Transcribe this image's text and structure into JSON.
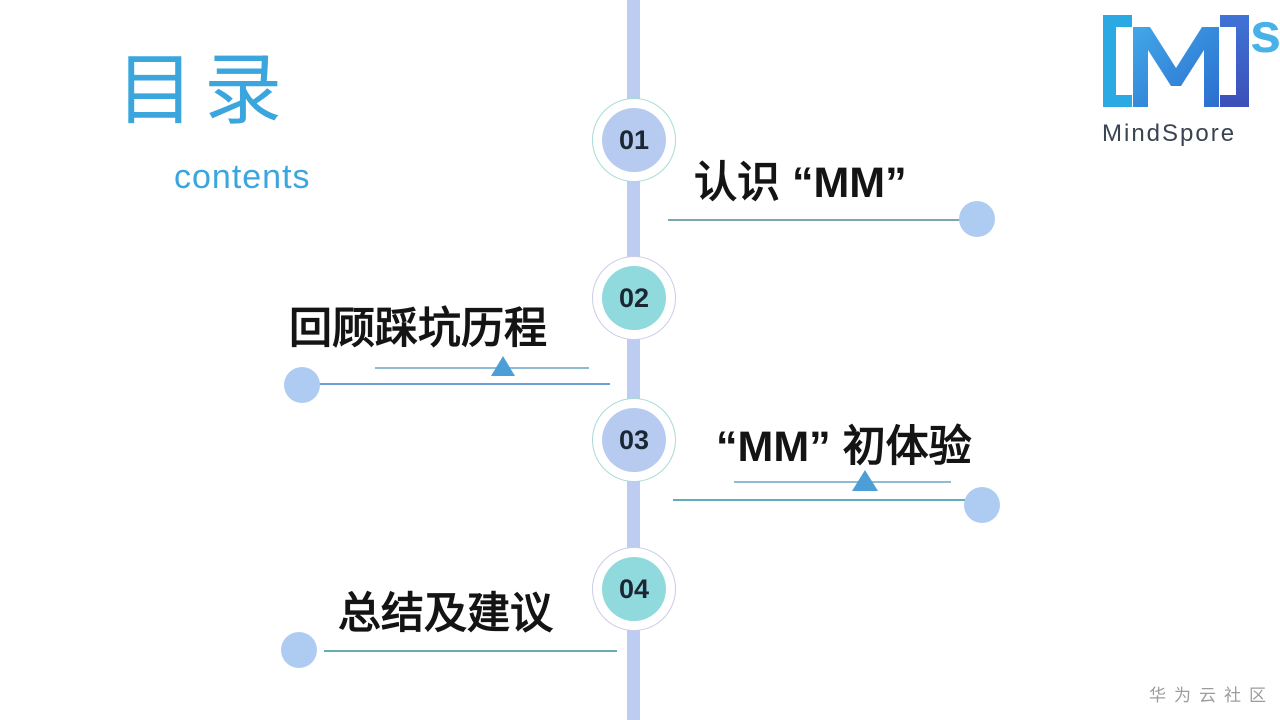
{
  "slide": {
    "title": "目录",
    "subtitle": "contents",
    "footer": "华为云社区"
  },
  "logo": {
    "superscript": "s",
    "wordmark": "MindSpore"
  },
  "timeline": {
    "items": [
      {
        "number": "01",
        "label": "认识 “MM”",
        "side": "right",
        "node_color": "blue"
      },
      {
        "number": "02",
        "label": "回顾踩坑历程",
        "side": "left",
        "node_color": "teal"
      },
      {
        "number": "03",
        "label": "“MM” 初体验",
        "side": "right",
        "node_color": "blue"
      },
      {
        "number": "04",
        "label": "总结及建议",
        "side": "left",
        "node_color": "teal"
      }
    ]
  },
  "colors": {
    "accent_blue": "#3BA6DE",
    "node_blue": "#B7CBF0",
    "node_teal": "#90DADD",
    "ring_on_blue": "#A8DBD6",
    "ring_on_teal": "#CBCCE9",
    "timeline": "#BDCDF2",
    "dot": "#AECBF1",
    "triangle": "#4C9FD6",
    "number_dark": "#1B2733",
    "text_dark": "#141414",
    "footer_gray": "#9C9C9C"
  }
}
